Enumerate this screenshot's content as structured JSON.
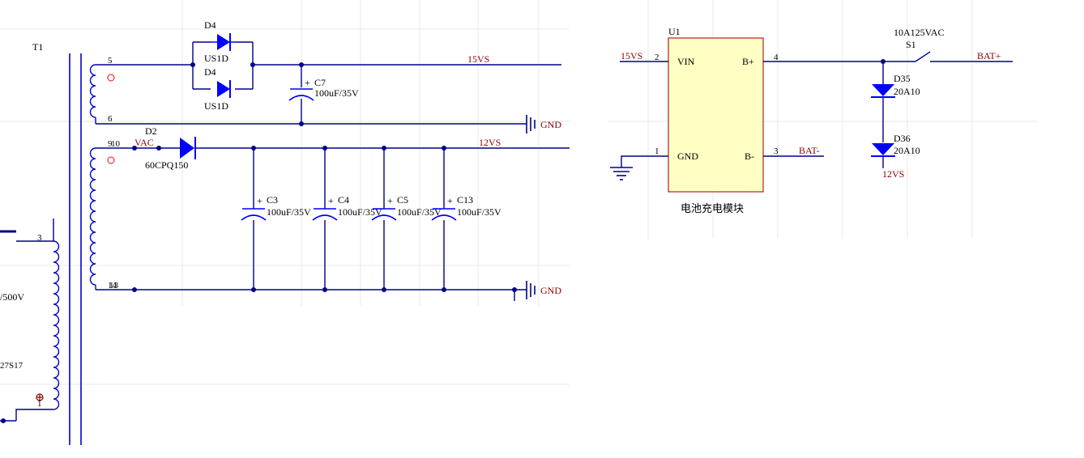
{
  "components": {
    "t1": {
      "ref": "T1",
      "pins": [
        "5",
        "6",
        "9",
        "10",
        "14",
        "13",
        "3",
        "1"
      ],
      "partial_text": [
        "/500V",
        "27S17"
      ]
    },
    "d4a": {
      "ref": "D4",
      "value": "US1D"
    },
    "d4b": {
      "ref": "D4",
      "value": "US1D"
    },
    "c7": {
      "ref": "C7",
      "value": "100uF/35V"
    },
    "d2": {
      "ref": "D2",
      "value": "60CPQ150"
    },
    "c3": {
      "ref": "C3",
      "value": "100uF/35V"
    },
    "c4": {
      "ref": "C4",
      "value": "100uF/35V"
    },
    "c5": {
      "ref": "C5",
      "value": "100uF/35V"
    },
    "c13": {
      "ref": "C13",
      "value": "100uF/35V"
    },
    "u1": {
      "ref": "U1",
      "name": "电池充电模块",
      "pins": {
        "vin": "VIN",
        "gnd": "GND",
        "bplus": "B+",
        "bminus": "B-",
        "n_vin": "2",
        "n_gnd": "1",
        "n_bplus": "4",
        "n_bminus": "3"
      }
    },
    "s1": {
      "ref": "S1",
      "value": "10A125VAC"
    },
    "d35": {
      "ref": "D35",
      "value": "20A10"
    },
    "d36": {
      "ref": "D36",
      "value": "20A10"
    }
  },
  "nets": {
    "v15": "15VS",
    "v12": "12VS",
    "gnd": "GND",
    "vac": "VAC",
    "batp": "BAT+",
    "batm": "BAT-"
  },
  "polarity": "+",
  "colors": {
    "wire": "#00008b",
    "device": "#0000ff",
    "net_label": "#8b0000",
    "ic_body": "#ffffc4",
    "ic_border": "#b22222",
    "grid": "#e8e8e8"
  }
}
